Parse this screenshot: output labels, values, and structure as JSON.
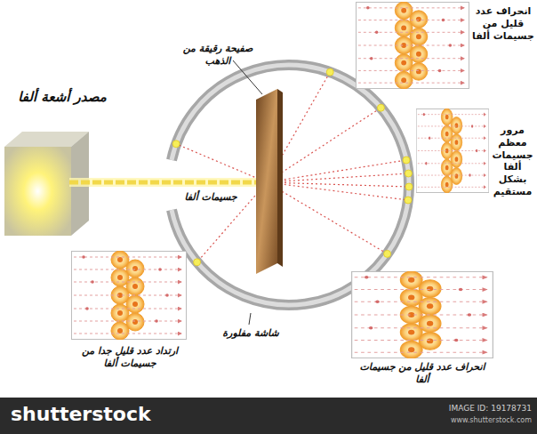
{
  "diagram": {
    "labels": [
      "مصدر أشعة ألفا",
      "صفيحة رقيقة من الذهب",
      "انحراف عدد قليل من جسيمات ألفا",
      "جسيمات ألفا",
      "مرور معظم جسيمات ألفا بشكل مستقيم",
      "ارتداد عدد قليل جدا من جسيمات ألفا",
      "شاشة مفلورة",
      "انحراف عدد قليل من جسيمات ألفا",
      "shutterstock",
      "IMAGE ID: 19178731",
      "www.shutterstock.com"
    ]
  }
}
